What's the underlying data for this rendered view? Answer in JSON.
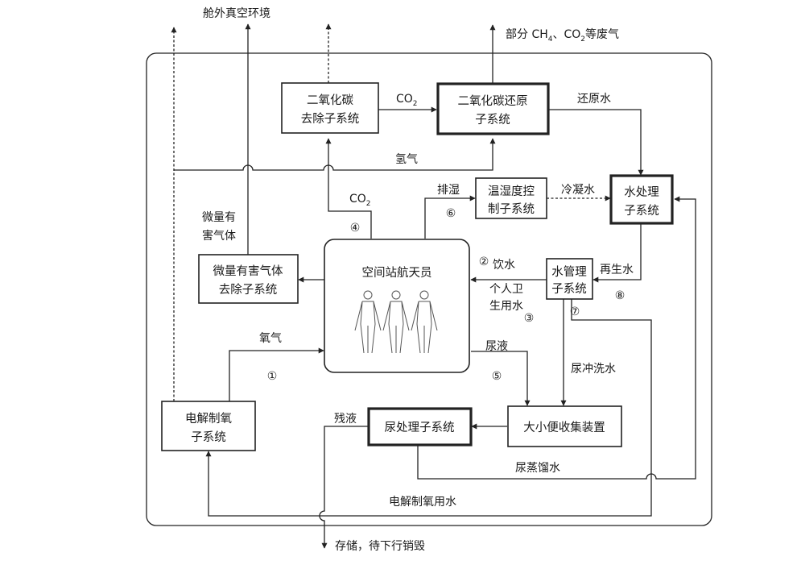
{
  "boxes": {
    "co2_removal": [
      "二氧化碳",
      "去除子系统"
    ],
    "co2_reduction": [
      "二氧化碳还原",
      "子系统"
    ],
    "water_treatment": [
      "水处理",
      "子系统"
    ],
    "humidity_control": [
      "温湿度控",
      "制子系统"
    ],
    "trace_gas_removal": [
      "微量有害气体",
      "去除子系统"
    ],
    "crew": "空间站航天员",
    "water_management": [
      "水管理",
      "子系统"
    ],
    "electrolysis": [
      "电解制氧",
      "子系统"
    ],
    "urine_processing": "尿处理子系统",
    "waste_collection": "大小便收集装置"
  },
  "labels": {
    "vacuum_top": "舱外真空环境",
    "exhaust_top_prefix": "部分 CH",
    "exhaust_ch_sub": "4",
    "exhaust_mid": "、CO",
    "exhaust_co_sub": "2",
    "exhaust_suffix": "等废气",
    "co2_top": "CO",
    "co2_top_sub": "2",
    "reduced_water": "还原水",
    "hydrogen": "氢气",
    "dehumidify": "排湿",
    "condensate": "冷凝水",
    "co2_crew": "CO",
    "co2_crew_sub": "2",
    "trace_gas": [
      "微量有",
      "害气体"
    ],
    "drinking_water": "饮水",
    "hygiene_water": [
      "个人卫",
      "生用水"
    ],
    "regen_water": "再生水",
    "oxygen": "氧气",
    "urine": "尿液",
    "flush_water": "尿冲洗水",
    "residue": "残液",
    "urine_distillate": "尿蒸馏水",
    "electrolysis_water": "电解制氧用水",
    "storage": "存储，待下行销毁"
  },
  "markers": {
    "m1": "①",
    "m2": "②",
    "m3": "③",
    "m4": "④",
    "m5": "⑤",
    "m6": "⑥",
    "m7": "⑦",
    "m8": "⑧"
  }
}
